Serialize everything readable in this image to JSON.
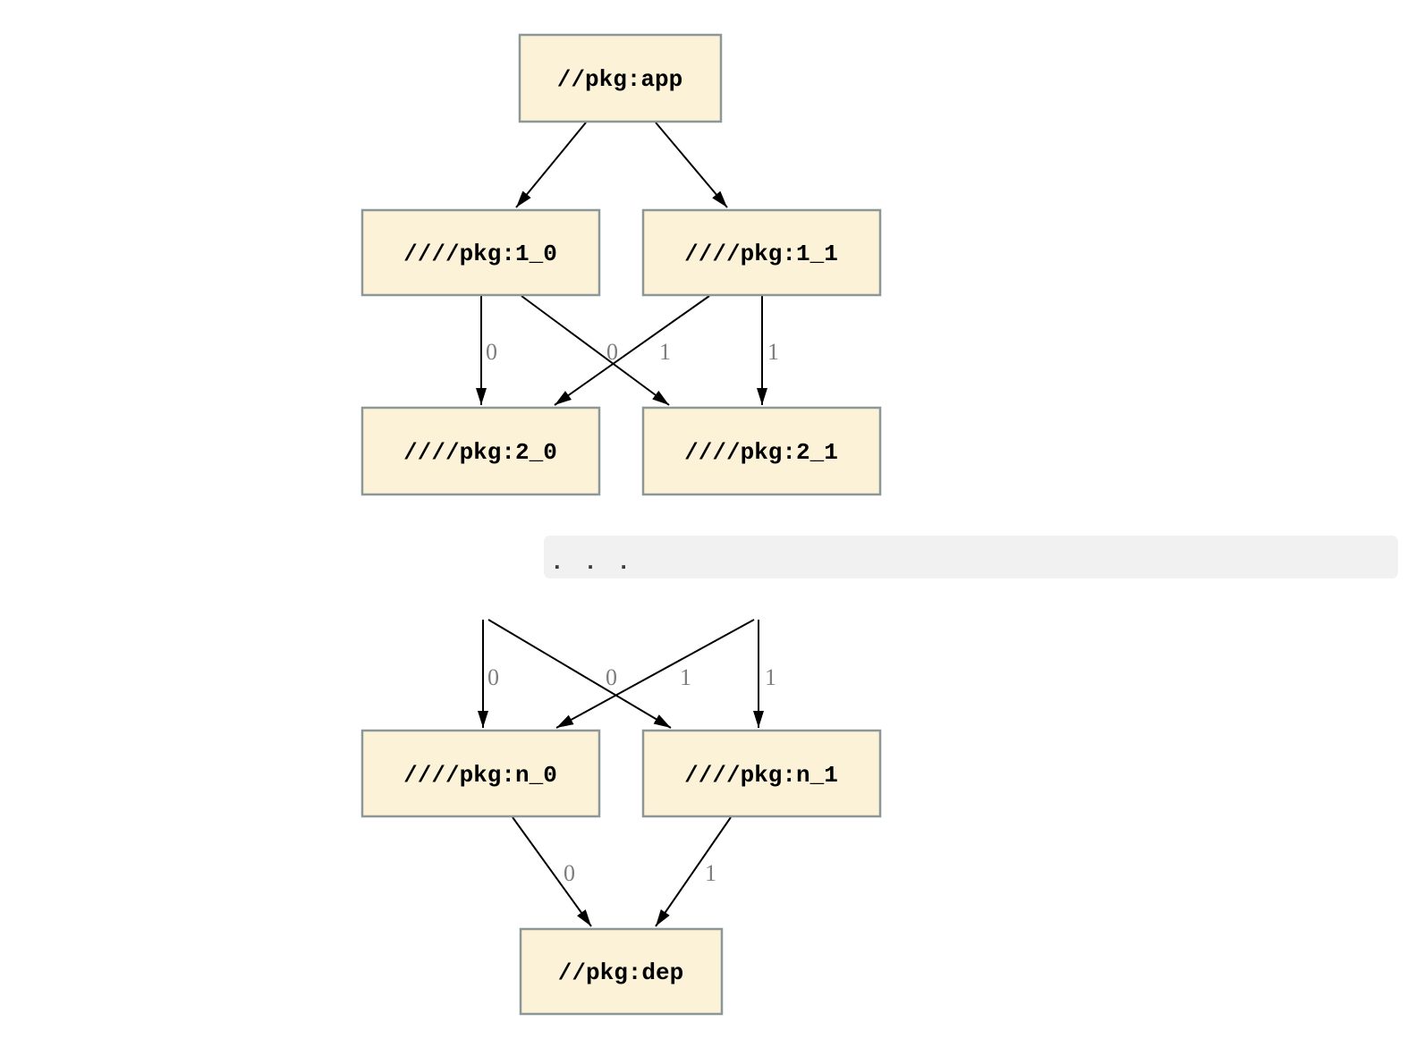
{
  "diagram": {
    "nodes": [
      {
        "id": "app",
        "label": "//pkg:app"
      },
      {
        "id": "1_0",
        "label": "////pkg:1_0"
      },
      {
        "id": "1_1",
        "label": "////pkg:1_1"
      },
      {
        "id": "2_0",
        "label": "////pkg:2_0"
      },
      {
        "id": "2_1",
        "label": "////pkg:2_1"
      },
      {
        "id": "n_0",
        "label": "////pkg:n_0"
      },
      {
        "id": "n_1",
        "label": "////pkg:n_1"
      },
      {
        "id": "dep",
        "label": "//pkg:dep"
      }
    ],
    "edges": [
      {
        "from": "//pkg:app",
        "to": "////pkg:1_0",
        "label": ""
      },
      {
        "from": "//pkg:app",
        "to": "////pkg:1_1",
        "label": ""
      },
      {
        "from": "////pkg:1_0",
        "to": "////pkg:2_0",
        "label": "0"
      },
      {
        "from": "////pkg:1_0",
        "to": "////pkg:2_1",
        "label": "1"
      },
      {
        "from": "////pkg:1_1",
        "to": "////pkg:2_0",
        "label": "0"
      },
      {
        "from": "////pkg:1_1",
        "to": "////pkg:2_1",
        "label": "1"
      },
      {
        "from": ". . .",
        "to": "////pkg:n_0",
        "label": "0"
      },
      {
        "from": ". . .",
        "to": "////pkg:n_1",
        "label": "1"
      },
      {
        "from": ". . .",
        "to": "////pkg:n_0",
        "label": "0"
      },
      {
        "from": ". . .",
        "to": "////pkg:n_1",
        "label": "1"
      },
      {
        "from": "////pkg:n_0",
        "to": "//pkg:dep",
        "label": "0"
      },
      {
        "from": "////pkg:n_1",
        "to": "//pkg:dep",
        "label": "1"
      }
    ],
    "ellipsis": ". . .",
    "colors": {
      "node_fill": "#fbf2d7",
      "node_border": "#8d9797",
      "edge": "#000000",
      "edge_label": "#7d7d7d",
      "ellipsis_band": "#f1f1f1",
      "ellipsis_dots": "#3c3c3c"
    }
  }
}
